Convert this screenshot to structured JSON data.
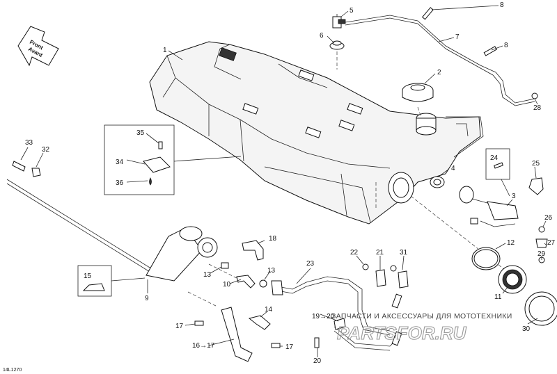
{
  "diagram": {
    "reference_code": "14L1270",
    "front_arrow": {
      "line1": "Front",
      "line2": "Avant"
    },
    "watermark": {
      "tagline": "ЗАПЧАСТИ И АКСЕССУАРЫ ДЛЯ МОТОТЕХНИКИ",
      "logo_text": "PARTSFOR.RU"
    },
    "callouts": [
      "1",
      "2",
      "3",
      "4",
      "5",
      "6",
      "7",
      "8",
      "8",
      "9",
      "10",
      "11",
      "12",
      "13",
      "13",
      "14",
      "15",
      "16→17",
      "17",
      "17",
      "18",
      "19→20",
      "20",
      "21",
      "22",
      "23",
      "24",
      "25",
      "26",
      "27",
      "28",
      "29",
      "30",
      "31",
      "32",
      "33",
      "34",
      "35",
      "36"
    ]
  }
}
